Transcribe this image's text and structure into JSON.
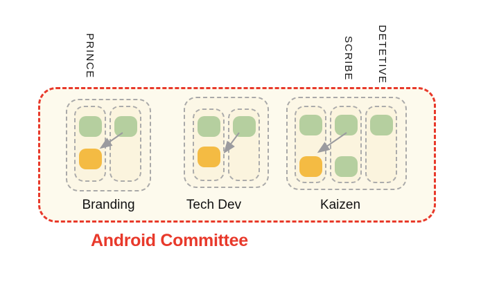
{
  "slide": {
    "committee_label": "Android Committee",
    "role_labels": [
      {
        "id": "prince",
        "label": "PRINCE"
      },
      {
        "id": "scribe",
        "label": "SCRIBE"
      },
      {
        "id": "detetive",
        "label": "DETETIVE"
      }
    ],
    "groups": [
      {
        "label": "Branding",
        "columns": [
          [
            "green",
            "orange"
          ],
          [
            "green"
          ]
        ]
      },
      {
        "label": "Tech Dev",
        "columns": [
          [
            "green",
            "orange"
          ],
          [
            "green"
          ]
        ]
      },
      {
        "label": "Kaizen",
        "columns": [
          [
            "green",
            "orange"
          ],
          [
            "green",
            "green"
          ],
          [
            "green"
          ]
        ]
      }
    ],
    "colors": {
      "green": "#B5CF9F",
      "orange": "#F4BB43",
      "committee_border": "#E8392B",
      "committee_text": "#E8392B",
      "group_dash_gray": "#A9A9A9",
      "arrow_gray": "#9B9B9F",
      "cream_background": "#FDFAED"
    }
  }
}
